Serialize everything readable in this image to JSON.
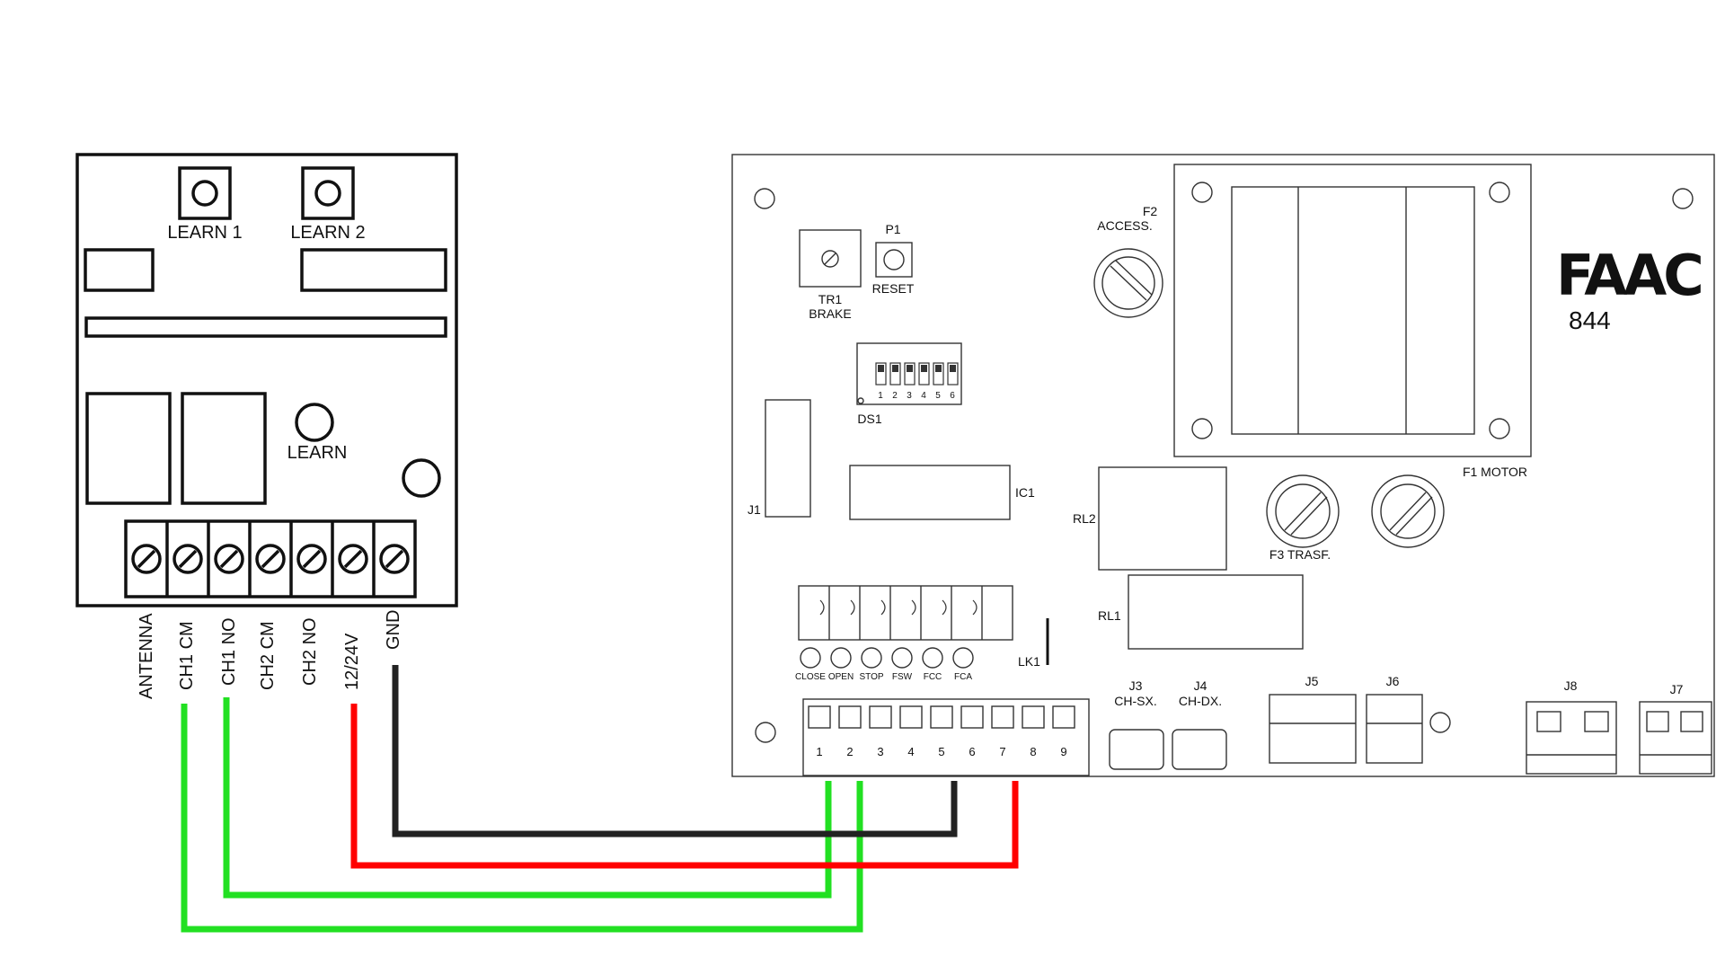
{
  "receiver": {
    "learn1": "LEARN 1",
    "learn2": "LEARN 2",
    "learn": "LEARN",
    "terminals": [
      "ANTENNA",
      "CH1 CM",
      "CH1 NO",
      "CH2 CM",
      "CH2 NO",
      "12/24V",
      "GND"
    ]
  },
  "board": {
    "brand": "FAAC",
    "model": "844",
    "tr1": "TR1",
    "brake": "BRAKE",
    "p1": "P1",
    "reset": "RESET",
    "f2": "F2",
    "access": "ACCESS.",
    "ds1": "DS1",
    "dip_numbers": [
      "1",
      "2",
      "3",
      "4",
      "5",
      "6"
    ],
    "j1": "J1",
    "ic1": "IC1",
    "rl2": "RL2",
    "rl1": "RL1",
    "f3": "F3 TRASF.",
    "f1": "F1 MOTOR",
    "lk1": "LK1",
    "led_labels": [
      "CLOSE",
      "OPEN",
      "STOP",
      "FSW",
      "FCC",
      "FCA"
    ],
    "terminal_numbers": [
      "1",
      "2",
      "3",
      "4",
      "5",
      "6",
      "7",
      "8",
      "9"
    ],
    "j3": "J3",
    "ch_sx": "CH-SX.",
    "j4": "J4",
    "ch_dx": "CH-DX.",
    "j5": "J5",
    "j6": "J6",
    "j8": "J8",
    "j7": "J7"
  },
  "colors": {
    "green": "#22e022",
    "red": "#ff0000",
    "black": "#222222",
    "outline": "#111111"
  }
}
